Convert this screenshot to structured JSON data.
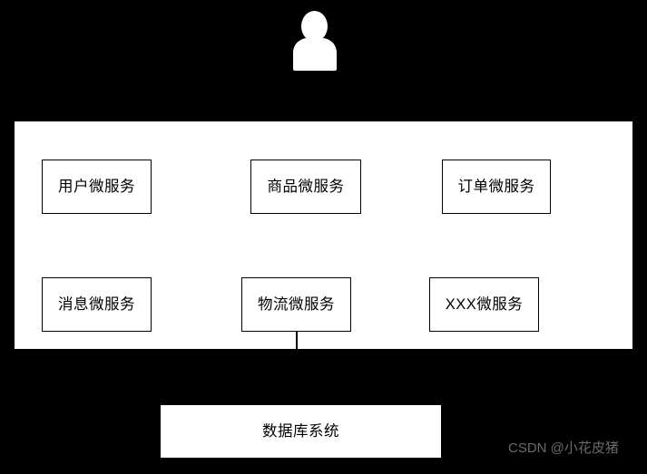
{
  "diagram": {
    "title": "microservice-architecture-diagram",
    "background_color": "#000000",
    "panel_color": "#ffffff",
    "line_color": "#000000",
    "actor": {
      "icon": "user-person-icon",
      "label": ""
    },
    "services_panel": {
      "rows": [
        {
          "boxes": [
            {
              "id": "user",
              "label": "用户微服务"
            },
            {
              "id": "product",
              "label": "商品微服务"
            },
            {
              "id": "order",
              "label": "订单微服务"
            }
          ]
        },
        {
          "boxes": [
            {
              "id": "message",
              "label": "消息微服务"
            },
            {
              "id": "logistics",
              "label": "物流微服务"
            },
            {
              "id": "xxx",
              "label": "XXX微服务"
            }
          ]
        }
      ]
    },
    "database": {
      "id": "database-system",
      "label": "数据库系统"
    },
    "watermark": {
      "text": "CSDN @小花皮猪",
      "color": "#6a6a6a"
    }
  }
}
